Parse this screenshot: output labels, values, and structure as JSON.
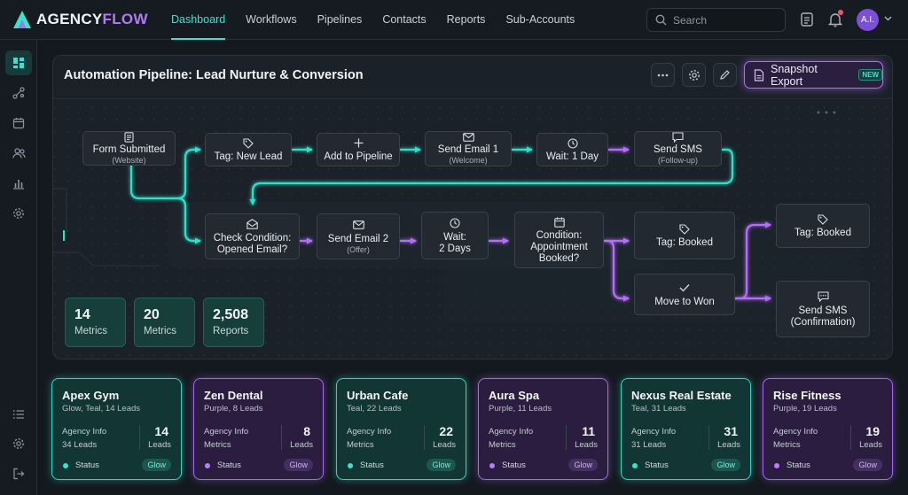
{
  "brand": {
    "part1": "AGENCY",
    "part2": "FLOW"
  },
  "nav": [
    "Dashboard",
    "Workflows",
    "Pipelines",
    "Contacts",
    "Reports",
    "Sub-Accounts"
  ],
  "search": {
    "placeholder": "Search"
  },
  "user": {
    "initials": "A.I."
  },
  "panel": {
    "title": "Automation Pipeline: Lead Nurture & Conversion",
    "export_label": "Snapshot Export",
    "export_badge": "NEW"
  },
  "nodes": {
    "form_submitted": {
      "label": "Form Submitted",
      "sub": "(Website)",
      "icon": "form-icon"
    },
    "tag_new_lead": {
      "label": "Tag: New Lead",
      "icon": "tag-icon"
    },
    "add_pipeline": {
      "label": "Add to Pipeline",
      "icon": "plus-icon"
    },
    "send_email_1": {
      "label": "Send Email 1",
      "sub": "(Welcome)",
      "icon": "mail-icon"
    },
    "wait_1_day": {
      "label": "Wait: 1 Day",
      "icon": "clock-icon"
    },
    "send_sms": {
      "label": "Send SMS",
      "sub": "(Follow-up)",
      "icon": "chat-icon"
    },
    "check_condition": {
      "label1": "Check Condition:",
      "label2": "Opened Email?",
      "icon": "mail-open-icon"
    },
    "send_email_2": {
      "label": "Send Email 2",
      "sub": "(Offer)",
      "icon": "mail-icon"
    },
    "wait_2_days": {
      "label1": "Wait:",
      "label2": "2 Days",
      "icon": "clock-icon"
    },
    "condition_appt": {
      "label1": "Condition:",
      "label2": "Appointment",
      "label3": "Booked?",
      "icon": "calendar-icon"
    },
    "tag_booked_mid": {
      "label": "Tag: Booked",
      "icon": "tag-icon"
    },
    "move_to_won": {
      "label": "Move to Won",
      "icon": "check-icon"
    },
    "tag_booked_end": {
      "label": "Tag: Booked",
      "icon": "tag-icon"
    },
    "send_sms_confirm": {
      "label1": "Send SMS",
      "label2": "(Confirmation)",
      "icon": "chat-dots-icon"
    }
  },
  "metrics": [
    {
      "value": "14",
      "label": "Metrics"
    },
    {
      "value": "20",
      "label": "Metrics"
    },
    {
      "value": "2,508",
      "label": "Reports"
    }
  ],
  "accounts": [
    {
      "name": "Apex Gym",
      "desc": "Glow, Teal, 14 Leads",
      "info1": "Agency Info",
      "info2": "34 Leads",
      "count": "14",
      "count_label": "Leads",
      "status": "Status",
      "tag": "Glow",
      "theme": "teal"
    },
    {
      "name": "Zen Dental",
      "desc": "Purple, 8 Leads",
      "info1": "Agency Info",
      "info2": "Metrics",
      "count": "8",
      "count_label": "Leads",
      "status": "Status",
      "tag": "Glow",
      "theme": "purple"
    },
    {
      "name": "Urban Cafe",
      "desc": "Teal, 22 Leads",
      "info1": "Agency Info",
      "info2": "Metrics",
      "count": "22",
      "count_label": "Leads",
      "status": "Status",
      "tag": "Glow",
      "theme": "teal"
    },
    {
      "name": "Aura Spa",
      "desc": "Purple, 11 Leads",
      "info1": "Agency Info",
      "info2": "Metrics",
      "count": "11",
      "count_label": "Leads",
      "status": "Status",
      "tag": "Glow",
      "theme": "purple"
    },
    {
      "name": "Nexus Real Estate",
      "desc": "Teal, 31 Leads",
      "info1": "Agency Info",
      "info2": "31 Leads",
      "count": "31",
      "count_label": "Leads",
      "status": "Status",
      "tag": "Glow",
      "theme": "teal"
    },
    {
      "name": "Rise Fitness",
      "desc": "Purple, 19 Leads",
      "info1": "Agency Info",
      "info2": "Metrics",
      "count": "19",
      "count_label": "Leads",
      "status": "Status",
      "tag": "Glow",
      "theme": "purple"
    }
  ],
  "colors": {
    "teal": "#3be0cf",
    "purple": "#b06cff",
    "background": "#14191f"
  }
}
